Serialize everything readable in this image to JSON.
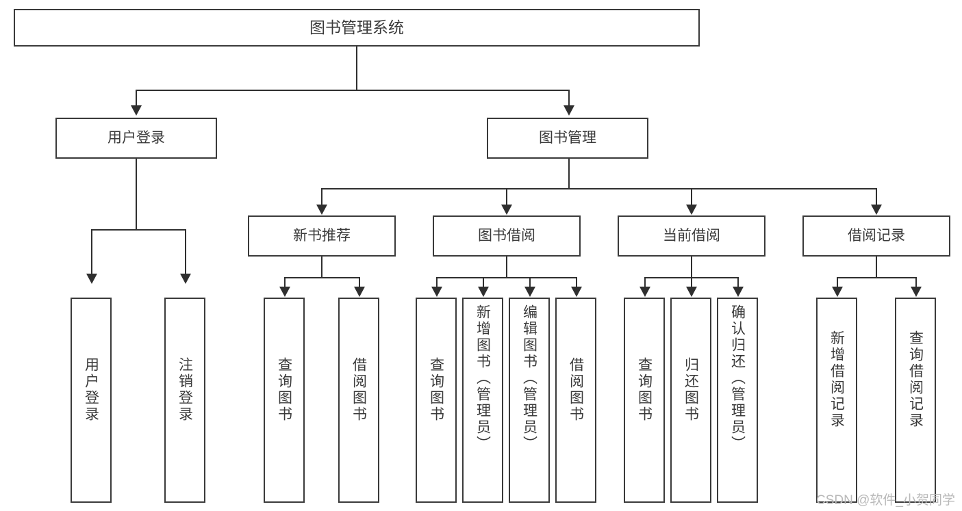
{
  "diagram": {
    "type": "tree-hierarchy-chart",
    "title_text": "图书管理系统",
    "root": {
      "label": "图书管理系统"
    },
    "level2": [
      {
        "label": "用户登录"
      },
      {
        "label": "图书管理"
      }
    ],
    "level3": [
      {
        "label": "新书推荐"
      },
      {
        "label": "图书借阅"
      },
      {
        "label": "当前借阅"
      },
      {
        "label": "借阅记录"
      }
    ],
    "leaves": {
      "user_login": [
        {
          "label": "用户登录"
        },
        {
          "label": "注销登录"
        }
      ],
      "new_book": [
        {
          "label": "查询图书"
        },
        {
          "label": "借阅图书"
        }
      ],
      "book_borrow": [
        {
          "label": "查询图书"
        },
        {
          "label": "新增图书（管理员）"
        },
        {
          "label": "编辑图书（管理员）"
        },
        {
          "label": "借阅图书"
        }
      ],
      "current_borrow": [
        {
          "label": "查询图书"
        },
        {
          "label": "归还图书"
        },
        {
          "label": "确认归还（管理员）"
        }
      ],
      "borrow_record": [
        {
          "label": "新增借阅记录"
        },
        {
          "label": "查询借阅记录"
        }
      ]
    }
  },
  "watermark": {
    "text": "CSDN @软件_小贺同学"
  },
  "colors": {
    "stroke": "#3a3a3a",
    "connector": "#2f2f2f",
    "text": "#3a3a3a",
    "background": "#ffffff",
    "watermark": "#b9b9b9"
  }
}
